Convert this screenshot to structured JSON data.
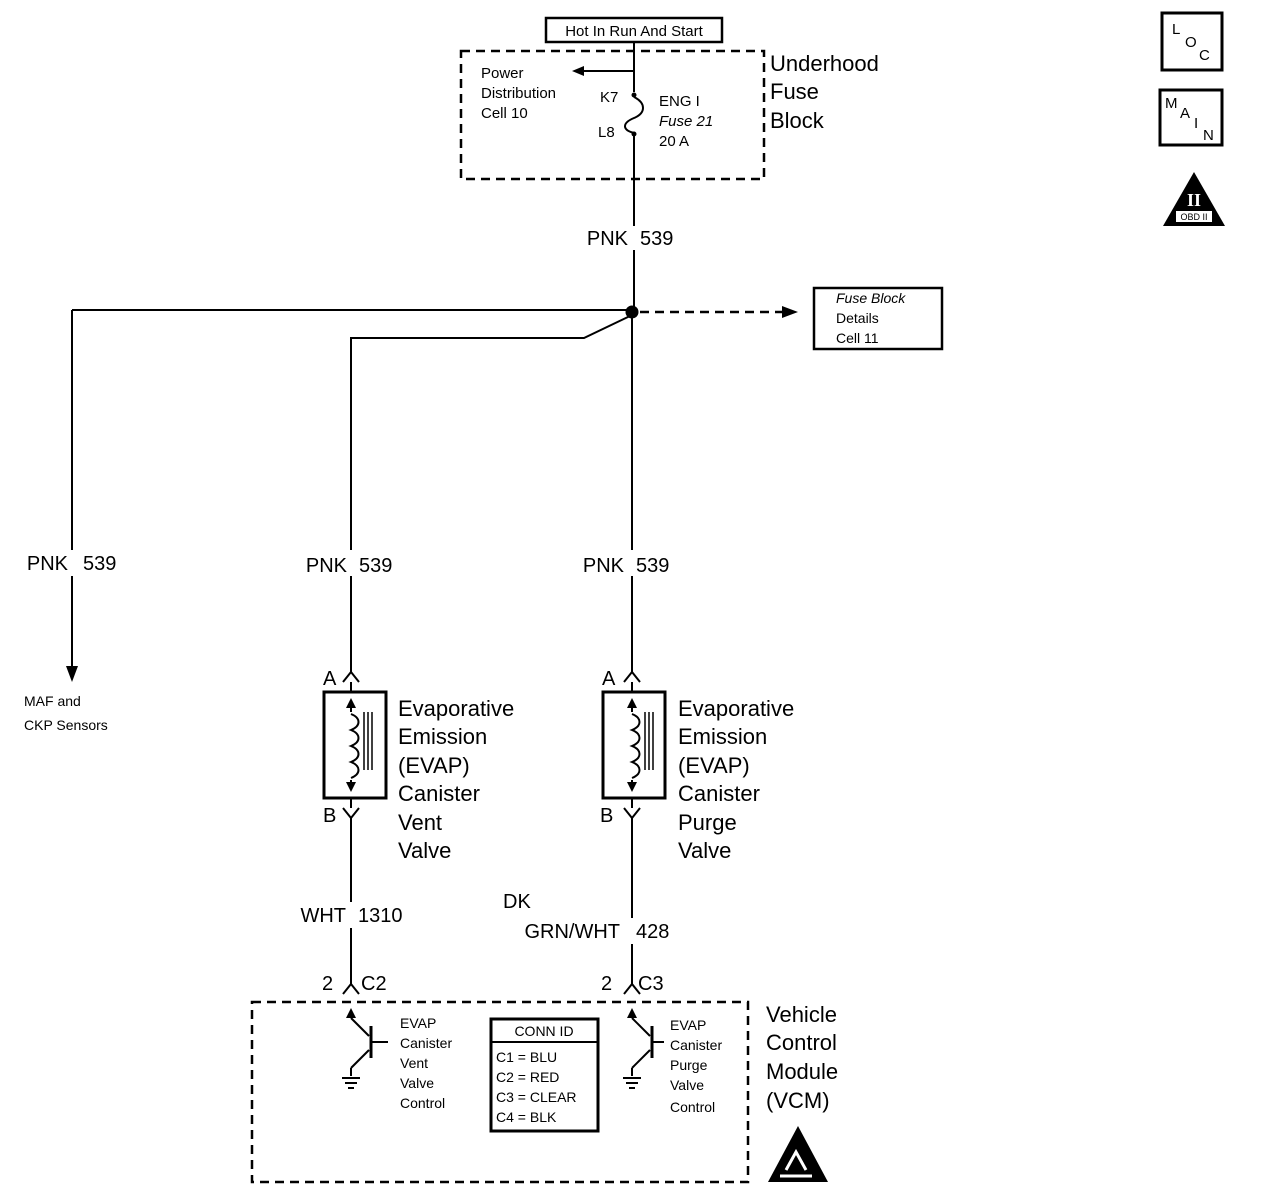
{
  "power_source": "Hot In Run And Start",
  "fuse_block": {
    "title_lines": [
      "Underhood",
      "Fuse",
      "Block"
    ],
    "power_dist_lines": [
      "Power",
      "Distribution",
      "Cell 10"
    ],
    "pin_top": "K7",
    "pin_bottom": "L8",
    "fuse_lines": [
      "ENG I",
      "Fuse 21",
      "20 A"
    ]
  },
  "fuse_block_details_lines": [
    "Fuse Block",
    "Details",
    "Cell 11"
  ],
  "wires": {
    "main_color": "PNK",
    "main_circuit": "539",
    "vent_color": "WHT",
    "vent_circuit": "1310",
    "purge_color_lines": [
      "DK",
      "GRN/WHT"
    ],
    "purge_circuit": "428"
  },
  "destination_lines": [
    "MAF and",
    "CKP Sensors"
  ],
  "vent_valve": {
    "pin_a": "A",
    "pin_b": "B",
    "name_lines": [
      "Evaporative",
      "Emission",
      "(EVAP)",
      "Canister",
      "Vent",
      "Valve"
    ]
  },
  "purge_valve": {
    "pin_a": "A",
    "pin_b": "B",
    "name_lines": [
      "Evaporative",
      "Emission",
      "(EVAP)",
      "Canister",
      "Purge",
      "Valve"
    ]
  },
  "vcm": {
    "title_lines": [
      "Vehicle",
      "Control",
      "Module",
      "(VCM)"
    ],
    "vent_pin": "2",
    "vent_conn": "C2",
    "purge_pin": "2",
    "purge_conn": "C3",
    "vent_control_lines": [
      "EVAP",
      "Canister",
      "Vent",
      "Valve",
      "Control"
    ],
    "purge_control_lines": [
      "EVAP",
      "Canister",
      "Purge",
      "Valve",
      "Control"
    ],
    "conn_id": {
      "title": "CONN ID",
      "rows": [
        "C1 = BLU",
        "C2 = RED",
        "C3 = CLEAR",
        "C4 = BLK"
      ]
    }
  },
  "icons": {
    "loc": [
      "L",
      "O",
      "C"
    ],
    "main": [
      "M",
      "A",
      "I",
      "N"
    ],
    "obd": [
      "II",
      "OBD II"
    ]
  }
}
